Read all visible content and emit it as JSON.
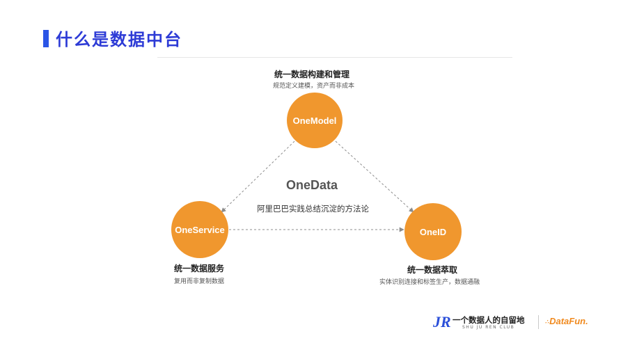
{
  "header": {
    "title": "什么是数据中台"
  },
  "center": {
    "title": "OneData",
    "subtitle": "阿里巴巴实践总结沉淀的方法论"
  },
  "nodes": {
    "top": {
      "label": "OneModel",
      "heading": "统一数据构建和管理",
      "desc": "规范定义建模，资产而非成本"
    },
    "left": {
      "label": "OneService",
      "heading": "统一数据服务",
      "desc": "复用而非复制数据"
    },
    "right": {
      "label": "OneID",
      "heading": "统一数据萃取",
      "desc": "实体识别连接和标签生产，数据通融"
    }
  },
  "footer": {
    "club_logo_mark": "JR",
    "club_name": "一个数据人的自留地",
    "club_name_en": "SHU JU REN CLUB",
    "partner_logo": "DataFun."
  },
  "colors": {
    "accent": "#2b55e6",
    "node": "#f0972e",
    "connector": "#8c8c8c"
  }
}
